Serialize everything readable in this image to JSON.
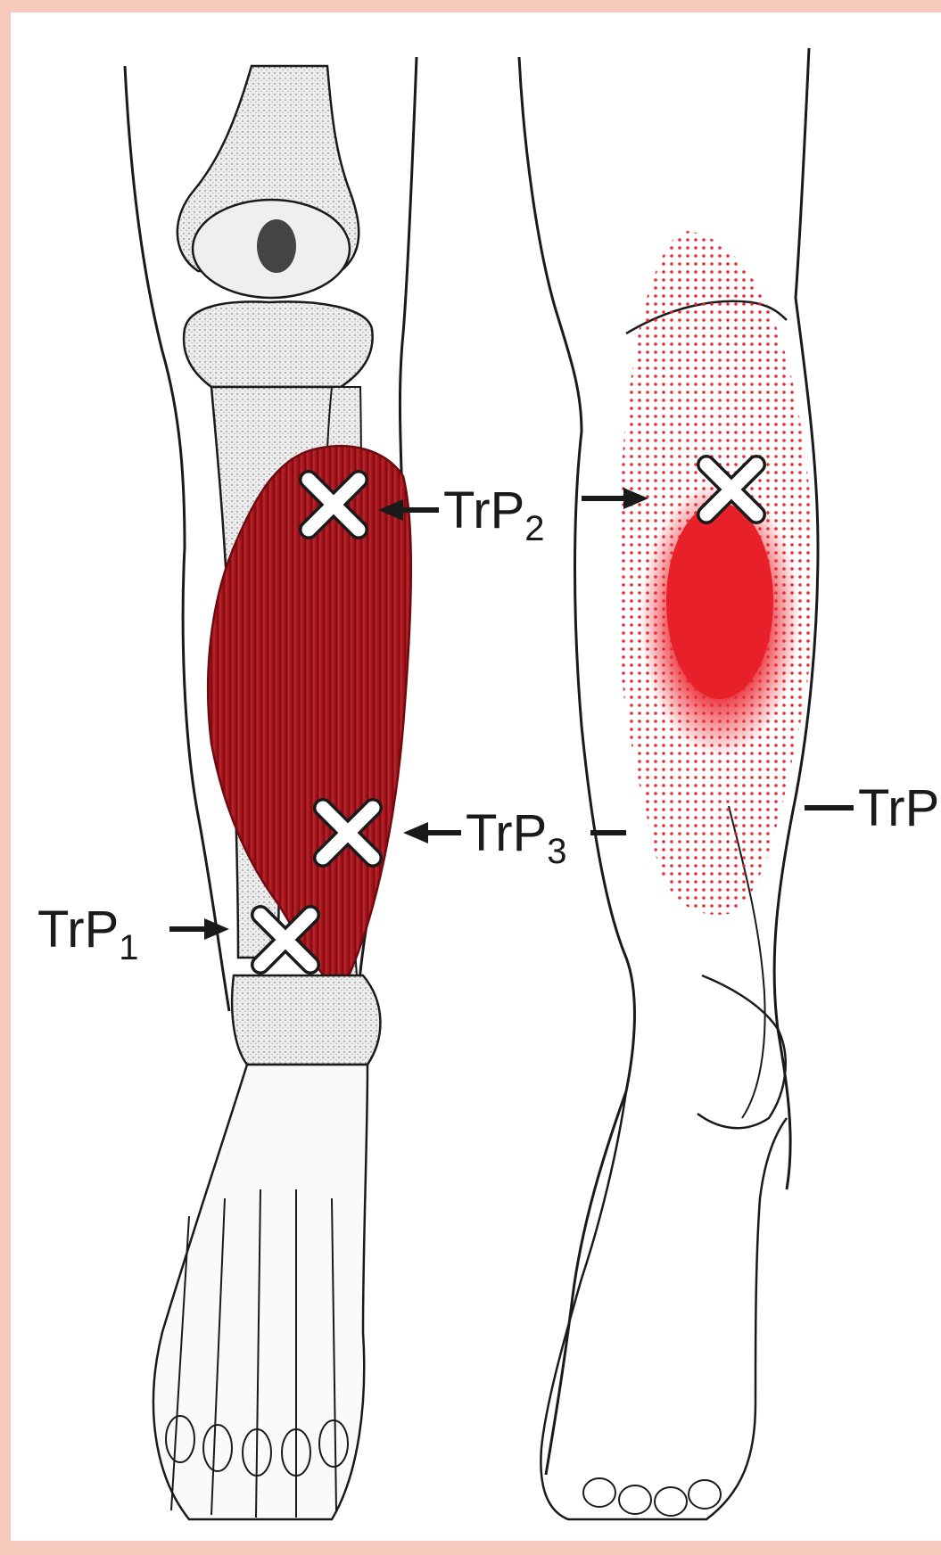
{
  "diagram": {
    "labels": {
      "trp1": {
        "base": "TrP",
        "sub": "1"
      },
      "trp2": {
        "base": "TrP",
        "sub": "2"
      },
      "trp3": {
        "base": "TrP",
        "sub": "3"
      },
      "trp_right": {
        "base": "TrP",
        "sub": ""
      }
    }
  },
  "colors": {
    "border": "#f6c9bd",
    "muscle": "#a8141c",
    "muscle_dark": "#7a0c12",
    "pain": "#e8202a",
    "bone": "#ececec",
    "line": "#1a1a1a",
    "marker": "#ffffff"
  }
}
